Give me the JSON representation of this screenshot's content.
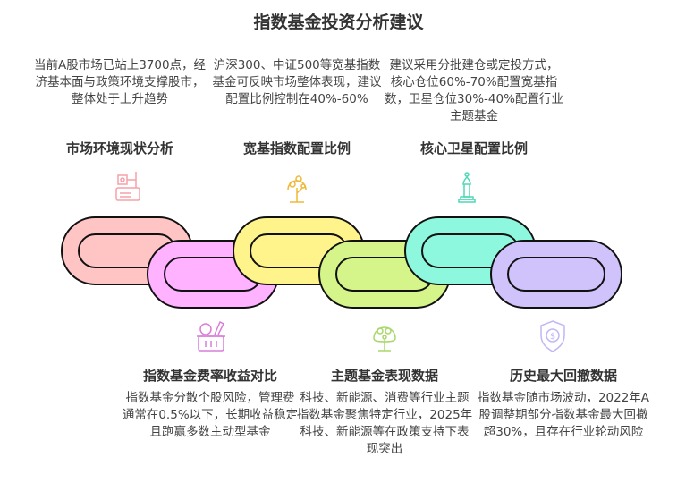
{
  "title": "指数基金投资分析建议",
  "top_items": [
    {
      "heading": "市场环境现状分析",
      "text": "当前A股市场已站上3700点，经济基本面与政策环境支撑股市，整体处于上升趋势",
      "icon": "machine-icon",
      "color": "#ffc4c4"
    },
    {
      "heading": "宽基指数配置比例",
      "text": "沪深300、中证500等宽基指数基金可反映市场整体表现，建议配置比例控制在40%-60%",
      "icon": "money-tree-icon",
      "color": "#fff48c"
    },
    {
      "heading": "核心卫星配置比例",
      "text": "建议采用分批建仓或定投方式，核心仓位60%-70%配置宽基指数，卫星仓位30%-40%配置行业主题基金",
      "icon": "chess-bishop-icon",
      "color": "#8ef8de"
    }
  ],
  "bottom_items": [
    {
      "heading": "指数基金费率收益对比",
      "text": "指数基金分散个股风险，管理费通常在0.5%以下，长期收益稳定且跑赢多数主动型基金",
      "icon": "basket-icon",
      "color": "#ffb2ff"
    },
    {
      "heading": "主题基金表现数据",
      "text": "科技、新能源、消费等行业主题指数基金聚焦特定行业，2025年科技、新能源等在政策支持下表现突出",
      "icon": "coin-tree-icon",
      "color": "#d5f58a"
    },
    {
      "heading": "历史最大回撤数据",
      "text": "指数基金随市场波动，2022年A股调整期部分指数基金最大回撤超30%，且存在行业轮动风险",
      "icon": "shield-dollar-icon",
      "color": "#d0c2fa"
    }
  ]
}
